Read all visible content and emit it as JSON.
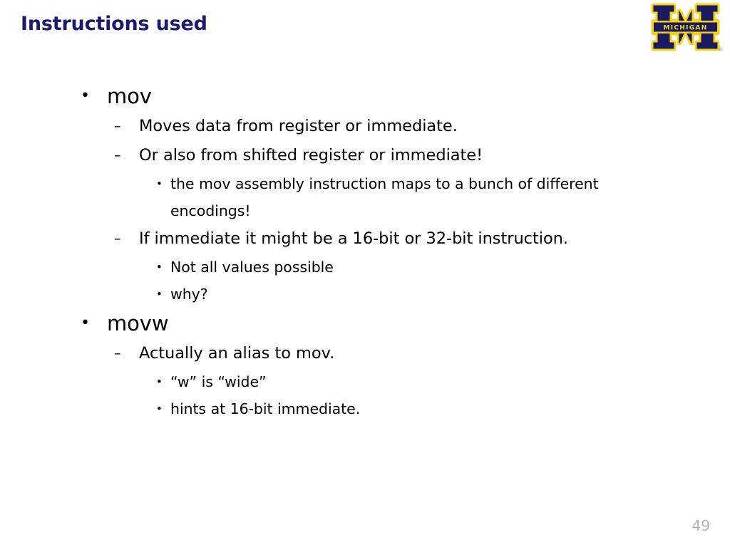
{
  "slide": {
    "title": "Instructions used",
    "page_number": "49",
    "title_color": "#1a1a6e",
    "background_color": "#ffffff",
    "page_number_color": "#b3b3b3"
  },
  "logo": {
    "name": "university-of-michigan-block-m",
    "wordmark": "MICHIGAN",
    "trademark": "®",
    "navy": "#1a1a5e",
    "maize": "#f5d117"
  },
  "bullets": {
    "marker_level1": "•",
    "marker_level2": "–",
    "marker_level3": "•"
  },
  "outline": [
    {
      "level": 1,
      "text": "mov"
    },
    {
      "level": 2,
      "text": "Moves data from register or immediate."
    },
    {
      "level": 2,
      "text": "Or also from shifted register or immediate!"
    },
    {
      "level": 3,
      "text": "the mov assembly instruction maps to a bunch of different encodings!"
    },
    {
      "level": 2,
      "text": "If immediate it might be a 16-bit or 32-bit instruction."
    },
    {
      "level": 3,
      "text": "Not all values possible"
    },
    {
      "level": 3,
      "text": "why?"
    },
    {
      "level": 1,
      "text": "movw"
    },
    {
      "level": 2,
      "text": "Actually an alias to mov."
    },
    {
      "level": 3,
      "text": "“w” is “wide”"
    },
    {
      "level": 3,
      "text": "hints at 16-bit immediate."
    }
  ]
}
